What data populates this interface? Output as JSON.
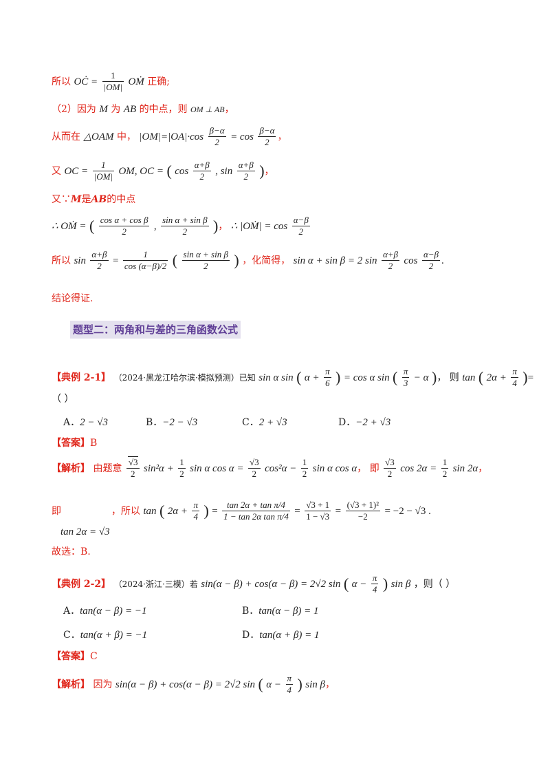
{
  "text": {
    "so": "所以",
    "correct": "正确;",
    "p2_a": "（2）因为",
    "p2_b": "为",
    "p2_c": "的中点，则",
    "thus_in": "从而在",
    "in_mid": "中，",
    "again": "又",
    "again2": "又∵",
    "is_mid": "是",
    "mid_point": "的中点",
    "simplify": "，化简得，",
    "conclusion": "结论得证.",
    "section": "题型二：两角和与差的三角函数公式",
    "ex1_label": "【典例 2-1】",
    "ex1_source": "（2024·黑龙江哈尔滨·模拟预测）已知",
    "then": "则",
    "paren": "（    ）",
    "answer_label": "【答案】",
    "answer1": "B",
    "analysis_label": "【解析】",
    "by_title": "由题意",
    "ji": "即",
    "so2": "，所以",
    "choose": "故选：B.",
    "ex2_label": "【典例 2-2】",
    "ex2_source": "（2024·浙江·三模）若",
    "then2": "，则（    ）",
    "answer2": "C",
    "because": "因为"
  },
  "options1": [
    {
      "letter": "A．",
      "expr": "2 − √3"
    },
    {
      "letter": "B．",
      "expr": "−2 − √3"
    },
    {
      "letter": "C．",
      "expr": "2 + √3"
    },
    {
      "letter": "D．",
      "expr": "−2 + √3"
    }
  ],
  "options2": [
    {
      "letter": "A．",
      "expr": "tan(α − β) = −1"
    },
    {
      "letter": "B．",
      "expr": "tan(α − β) = 1"
    },
    {
      "letter": "C．",
      "expr": "tan(α + β) = −1"
    },
    {
      "letter": "D．",
      "expr": "tan(α + β) = 1"
    }
  ]
}
